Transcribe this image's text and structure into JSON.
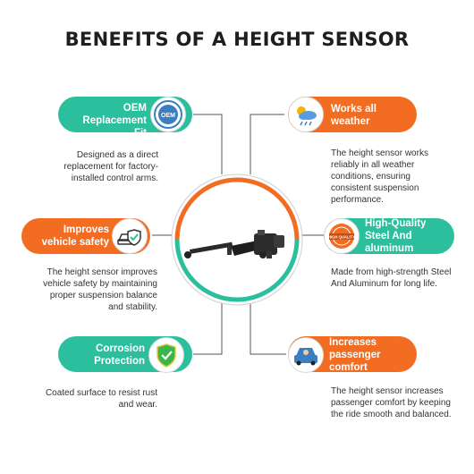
{
  "title": "BENEFITS OF A HEIGHT SENSOR",
  "colors": {
    "teal": "#2bbf9d",
    "orange": "#f26c22",
    "line": "#555555"
  },
  "benefits": [
    {
      "title": "OEM Replacement Fit",
      "title_line1": "OEM",
      "title_line2": "Replacement Fit",
      "icon": "oem-badge-icon",
      "icon_text": "OEM",
      "color": "teal",
      "description": "Designed as a direct replacement for factory-installed control arms."
    },
    {
      "title": "Works all weather",
      "title_line1": "Works all",
      "title_line2": "weather",
      "icon": "weather-icon",
      "color": "orange",
      "description": "The height sensor works reliably in all weather conditions, ensuring consistent suspension performance."
    },
    {
      "title": "Improves vehicle safety",
      "title_line1": "Improves",
      "title_line2": "vehicle safety",
      "icon": "car-shield-icon",
      "color": "orange",
      "description": "The height sensor improves vehicle safety by maintaining proper suspension balance and stability."
    },
    {
      "title": "High-Quality Steel And aluminum",
      "title_line1": "High-Quality",
      "title_line2": "Steel And",
      "title_line3": "aluminum",
      "icon": "high-quality-seal-icon",
      "icon_text": "HIGH QUALITY",
      "color": "teal",
      "description": "Made from high-strength Steel And Aluminum for long life."
    },
    {
      "title": "Corrosion Protection",
      "title_line1": "Corrosion",
      "title_line2": "Protection",
      "icon": "shield-check-icon",
      "color": "teal",
      "description": "Coated surface to resist rust and wear."
    },
    {
      "title": "Increases passenger comfort",
      "title_line1": "Increases",
      "title_line2": "passenger",
      "title_line3": "comfort",
      "icon": "passenger-car-icon",
      "color": "orange",
      "description": "The height sensor increases passenger comfort by keeping the ride smooth and balanced."
    }
  ]
}
